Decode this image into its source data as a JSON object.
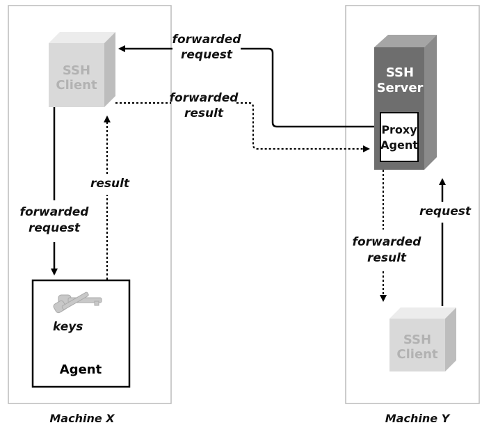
{
  "machines": {
    "x": {
      "caption": "Machine X"
    },
    "y": {
      "caption": "Machine Y"
    }
  },
  "boxes": {
    "ssh_client_x": {
      "line1": "SSH",
      "line2": "Client"
    },
    "ssh_client_y": {
      "line1": "SSH",
      "line2": "Client"
    },
    "ssh_server": {
      "line1": "SSH",
      "line2": "Server"
    },
    "proxy_agent": {
      "line1": "Proxy",
      "line2": "Agent"
    },
    "agent": {
      "label": "Agent",
      "keys_label": "keys"
    }
  },
  "arrow_labels": {
    "top_forwarded_request": {
      "line1": "forwarded",
      "line2": "request"
    },
    "top_forwarded_result": {
      "line1": "forwarded",
      "line2": "result"
    },
    "left_forwarded_request": {
      "line1": "forwarded",
      "line2": "request"
    },
    "left_result": "result",
    "right_forwarded_result": {
      "line1": "forwarded",
      "line2": "result"
    },
    "right_request": "request"
  },
  "colors": {
    "box_gray": "#d9d9d9",
    "box_gray_dark": "#bdbdbd",
    "box_gray_top": "#ececec",
    "box_text_gray": "#b2b2b2",
    "server_front": "#6e6e6e",
    "server_side": "#8a8a8a",
    "server_top": "#a5a5a5",
    "machine_border": "#bbbbbb",
    "line": "#000000"
  },
  "icons": [
    "keys-icon"
  ]
}
